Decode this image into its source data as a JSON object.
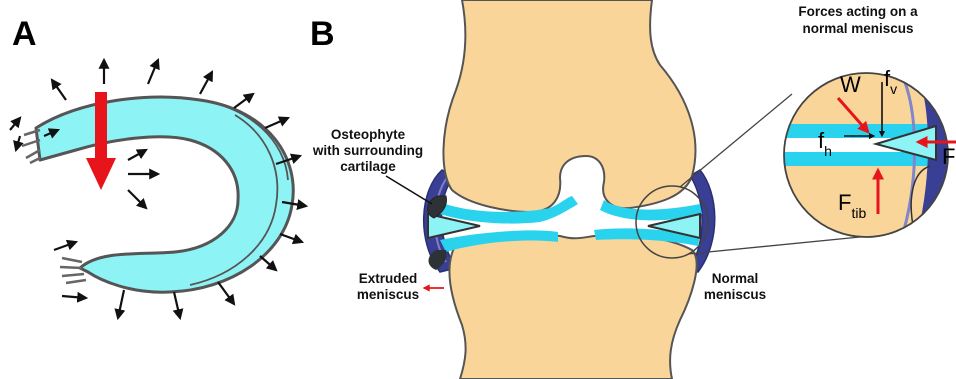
{
  "panels": {
    "a": "A",
    "b": "B"
  },
  "labels": {
    "osteophyte": [
      "Osteophyte",
      "with surrounding",
      "cartilage"
    ],
    "extruded": [
      "Extruded",
      "meniscus"
    ],
    "normal": [
      "Normal",
      "meniscus"
    ],
    "forces_title": [
      "Forces acting on a",
      "normal meniscus"
    ]
  },
  "forces": {
    "w": "W",
    "fv": "f",
    "fv_sub": "v",
    "fh": "f",
    "fh_sub": "h",
    "ftib": "F",
    "ftib_sub": "tib",
    "f_right": "F"
  },
  "colors": {
    "meniscus": "#8df3f5",
    "bone": "#fad59a",
    "cartilage": "#29d3ee",
    "outline": "#555555",
    "force_arrow": "#e8141c",
    "capsule": "#3a3f96"
  }
}
